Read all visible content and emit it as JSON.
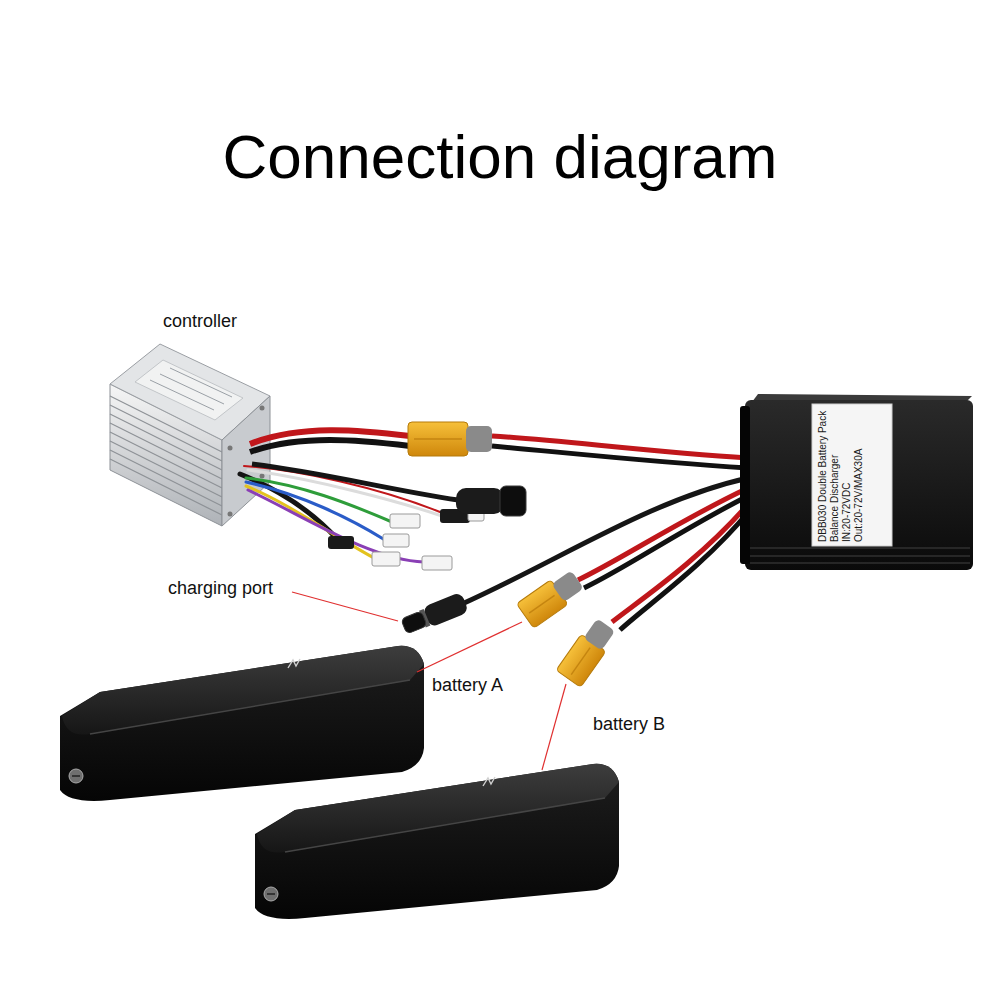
{
  "diagram": {
    "title": "Connection diagram",
    "labels": [
      "controller",
      "charging port",
      "battery A",
      "battery B",
      "DBB030 Double Battery Pack Balance Discharger",
      "IN:20-72VDC",
      "Out:20-72V/MAX30A"
    ]
  }
}
